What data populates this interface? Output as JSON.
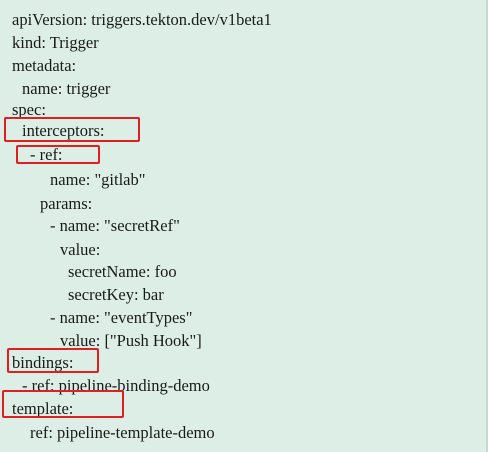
{
  "yaml": {
    "lines": [
      "apiVersion: triggers.tekton.dev/v1beta1",
      "kind: Trigger",
      "metadata:",
      "name: trigger",
      "spec:",
      "interceptors:",
      "- ref:",
      "name: \"gitlab\"",
      "params:",
      "- name: \"secretRef\"",
      "value:",
      "secretName: foo",
      "secretKey: bar",
      "- name: \"eventTypes\"",
      "value: [\"Push Hook\"]",
      "bindings:",
      "- ref: pipeline-binding-demo",
      "template:",
      "ref: pipeline-template-demo"
    ]
  },
  "highlight_color": "#e02020",
  "background_color": "#dceee6"
}
